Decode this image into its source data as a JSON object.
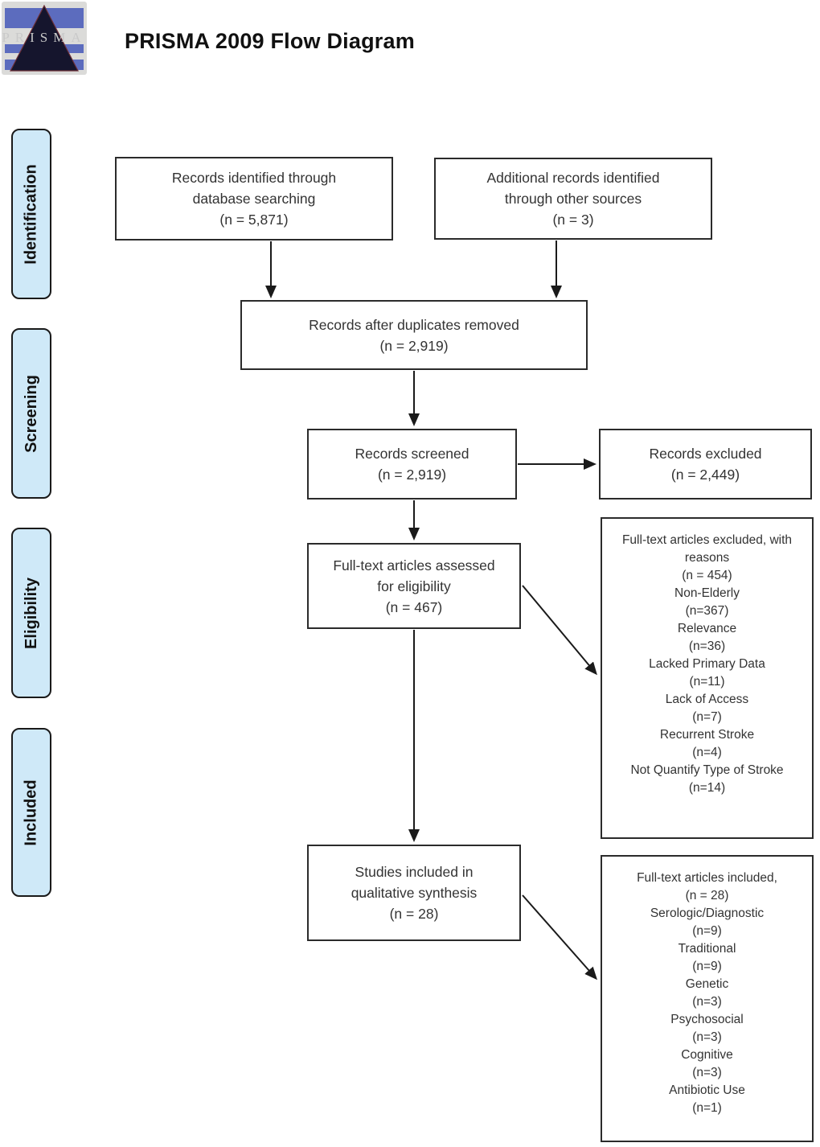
{
  "header": {
    "title": "PRISMA 2009 Flow Diagram",
    "logo_text": "PRISMA"
  },
  "sidebar": {
    "fill_color": "#cfe9f8",
    "stages": [
      {
        "label": "Identification"
      },
      {
        "label": "Screening"
      },
      {
        "label": "Eligibility"
      },
      {
        "label": "Included"
      }
    ]
  },
  "flow": {
    "identification": {
      "database": "Records identified through\ndatabase searching\n(n = 5,871)",
      "other_sources": "Additional records identified\nthrough other sources\n(n = 3)",
      "after_duplicates": "Records after duplicates removed\n(n = 2,919)"
    },
    "screening": {
      "screened": "Records screened\n(n = 2,919)",
      "excluded": "Records excluded\n(n = 2,449)"
    },
    "eligibility": {
      "fulltext_assessed": "Full-text articles assessed\nfor eligibility\n(n = 467)",
      "fulltext_excluded": "Full-text articles excluded, with\nreasons\n(n = 454)\nNon-Elderly\n(n=367)\nRelevance\n(n=36)\nLacked Primary Data\n(n=11)\nLack of Access\n(n=7)\nRecurrent Stroke\n(n=4)\nNot Quantify Type of Stroke\n(n=14)"
    },
    "included": {
      "qualitative_synthesis": "Studies included in\nqualitative synthesis\n(n = 28)",
      "fulltext_included": "Full-text articles included,\n(n = 28)\nSerologic/Diagnostic\n(n=9)\nTraditional\n(n=9)\nGenetic\n(n=3)\nPsychosocial\n(n=3)\nCognitive\n(n=3)\nAntibiotic Use\n(n=1)"
    }
  }
}
